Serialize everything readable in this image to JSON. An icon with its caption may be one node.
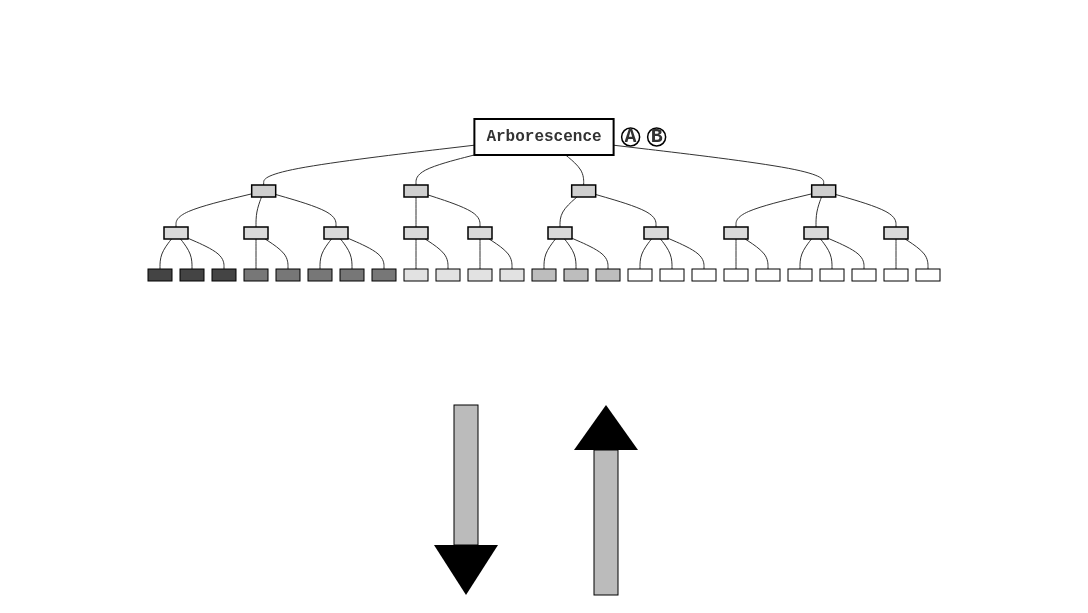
{
  "diagram": {
    "nodes": [
      {
        "text": [
          "Arborescence"
        ]
      },
      {
        "text": [],
        "shape": "box"
      },
      {
        "text": [],
        "shape": "box"
      },
      {
        "text": [],
        "shape": "box"
      },
      {
        "text": [],
        "shape": "box"
      },
      {
        "text": [],
        "shape": "box"
      },
      {
        "text": [],
        "shape": "box"
      },
      {
        "text": [],
        "shape": "box"
      },
      {
        "text": [],
        "shape": "box"
      },
      {
        "text": [],
        "shape": "box"
      },
      {
        "text": [],
        "shape": "box"
      },
      {
        "text": [],
        "shape": "box"
      },
      {
        "text": [],
        "shape": "box"
      },
      {
        "text": [],
        "shape": "box"
      },
      {
        "text": [],
        "shape": "box"
      },
      {
        "text": [],
        "shape": "box"
      },
      {
        "text": [],
        "shape": "box"
      },
      {
        "text": [],
        "shape": "box"
      },
      {
        "text": [],
        "shape": "box"
      },
      {
        "text": [],
        "shape": "box"
      },
      {
        "text": [],
        "shape": "box"
      },
      {
        "text": [],
        "shape": "box"
      },
      {
        "text": [],
        "shape": "box"
      },
      {
        "text": [],
        "shape": "box"
      },
      {
        "text": [],
        "shape": "box"
      },
      {
        "text": [],
        "shape": "box"
      },
      {
        "text": [],
        "shape": "box"
      },
      {
        "text": [],
        "shape": "box"
      },
      {
        "text": [],
        "shape": "box"
      },
      {
        "text": [],
        "shape": "box"
      },
      {
        "text": [],
        "shape": "box"
      },
      {
        "text": [],
        "shape": "box"
      },
      {
        "text": [],
        "shape": "box"
      },
      {
        "text": [],
        "shape": "box"
      },
      {
        "text": [],
        "shape": "box"
      },
      {
        "text": [],
        "shape": "box"
      },
      {
        "text": [],
        "shape": "box"
      },
      {
        "text": [],
        "shape": "box"
      },
      {
        "text": [],
        "shape": "box"
      },
      {
        "text": [],
        "shape": "box"
      },
      {
        "text": [
          "A"
        ]
      },
      {
        "text": [
          "B"
        ]
      }
    ],
    "edges": [
      {
        "from": 0,
        "to": 1,
        "arrow": "none"
      },
      {
        "from": 0,
        "to": 2,
        "arrow": "none"
      },
      {
        "from": 0,
        "to": 3,
        "arrow": "none"
      },
      {
        "from": 0,
        "to": 4,
        "arrow": "none"
      },
      {
        "from": 1,
        "to": 5,
        "arrow": "none"
      },
      {
        "from": 1,
        "to": 6,
        "arrow": "none"
      },
      {
        "from": 1,
        "to": 7,
        "arrow": "none"
      },
      {
        "from": 2,
        "to": 8,
        "arrow": "none"
      },
      {
        "from": 2,
        "to": 9,
        "arrow": "none"
      },
      {
        "from": 3,
        "to": 10,
        "arrow": "none"
      },
      {
        "from": 3,
        "to": 11,
        "arrow": "none"
      },
      {
        "from": 4,
        "to": 12,
        "arrow": "none"
      },
      {
        "from": 4,
        "to": 13,
        "arrow": "none"
      },
      {
        "from": 4,
        "to": 14,
        "arrow": "none"
      },
      {
        "from": 5,
        "to": 15,
        "arrow": "none"
      },
      {
        "from": 5,
        "to": 16,
        "arrow": "none"
      },
      {
        "from": 5,
        "to": 17,
        "arrow": "none"
      },
      {
        "from": 6,
        "to": 18,
        "arrow": "none"
      },
      {
        "from": 6,
        "to": 19,
        "arrow": "none"
      },
      {
        "from": 7,
        "to": 20,
        "arrow": "none"
      },
      {
        "from": 7,
        "to": 21,
        "arrow": "none"
      },
      {
        "from": 7,
        "to": 22,
        "arrow": "none"
      },
      {
        "from": 8,
        "to": 23,
        "arrow": "none"
      },
      {
        "from": 8,
        "to": 24,
        "arrow": "none"
      },
      {
        "from": 9,
        "to": 25,
        "arrow": "none"
      },
      {
        "from": 9,
        "to": 26,
        "arrow": "none"
      },
      {
        "from": 10,
        "to": 27,
        "arrow": "none"
      },
      {
        "from": 10,
        "to": 28,
        "arrow": "none"
      },
      {
        "from": 10,
        "to": 29,
        "arrow": "none"
      },
      {
        "from": 11,
        "to": 30,
        "arrow": "none"
      },
      {
        "from": 11,
        "to": 31,
        "arrow": "none"
      },
      {
        "from": 11,
        "to": 32,
        "arrow": "none"
      },
      {
        "from": 12,
        "to": 33,
        "arrow": "none"
      },
      {
        "from": 12,
        "to": 34,
        "arrow": "none"
      },
      {
        "from": 13,
        "to": 35,
        "arrow": "none"
      },
      {
        "from": 13,
        "to": 36,
        "arrow": "none"
      },
      {
        "from": 13,
        "to": 37,
        "arrow": "none"
      },
      {
        "from": 14,
        "to": 38,
        "arrow": "none"
      },
      {
        "from": 14,
        "to": 39,
        "arrow": "none"
      }
    ]
  }
}
